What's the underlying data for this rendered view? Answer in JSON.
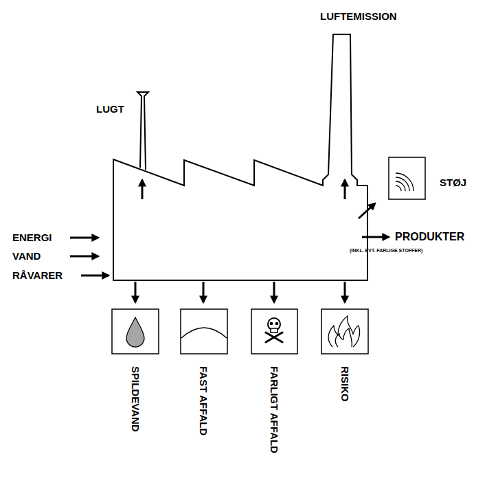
{
  "diagram": {
    "labels": [
      "LUGT",
      "LUFTEMISSION",
      "STØJ",
      "ENERGI",
      "VAND",
      "RÅVARER",
      "PRODUKTER",
      "(INKL. EVT. FARLIGE STOFFER)",
      "SPILDEVAND",
      "FAST AFFALD",
      "FARLIGT AFFALD",
      "RISIKO"
    ]
  }
}
